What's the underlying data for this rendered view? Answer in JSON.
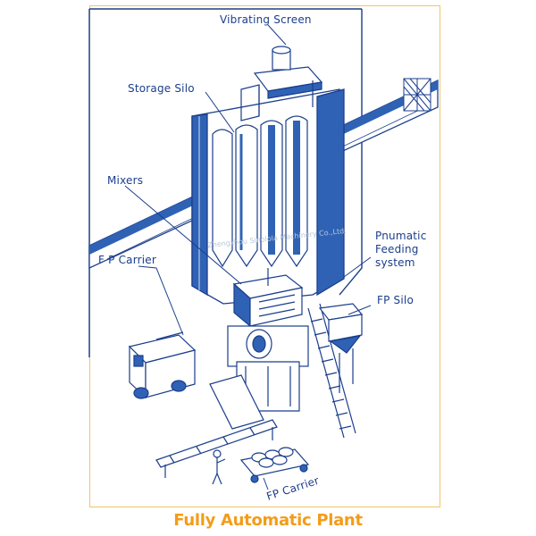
{
  "labels": {
    "vibrating_screen": "Vibrating Screen",
    "storage_silo": "Storage Silo",
    "mixers": "Mixers",
    "fp_carrier_left": "F P Carrier",
    "pneumatic_1": "Pnumatic",
    "pneumatic_2": "Feeding",
    "pneumatic_3": "system",
    "fp_silo": "FP Silo",
    "fp_carrier_bottom": "FP Carrier"
  },
  "watermark": "Zhengzhou Sinolola Machinery Co.,Ltd.",
  "caption": "Fully Automatic Plant",
  "colors": {
    "line": "#1b3e8c",
    "fill": "#2f62b4",
    "frame": "#f2c56a",
    "caption": "#f39c1a"
  }
}
